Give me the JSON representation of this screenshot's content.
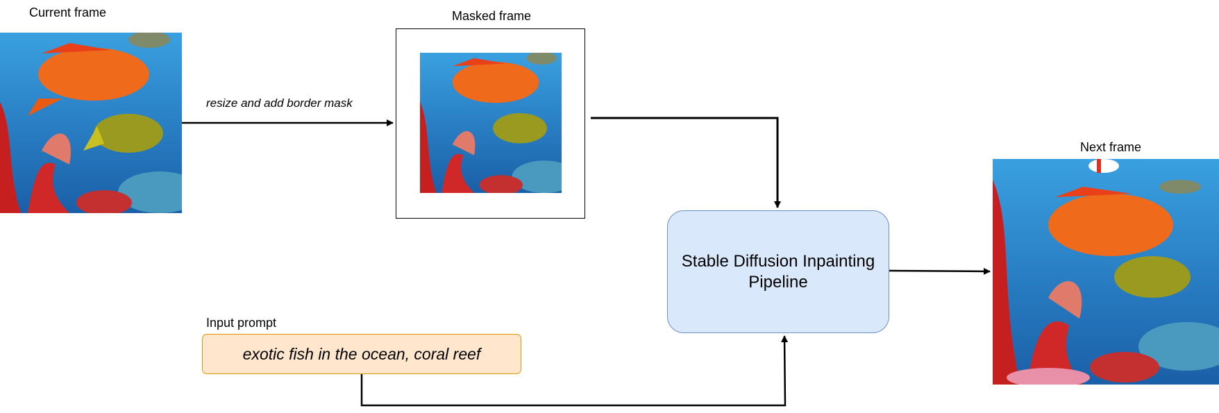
{
  "labels": {
    "current_frame": "Current frame",
    "masked_frame": "Masked frame",
    "next_frame": "Next frame",
    "input_prompt": "Input prompt",
    "resize_edge": "resize and add border mask"
  },
  "pipeline": {
    "text": "Stable Diffusion Inpainting Pipeline"
  },
  "prompt": {
    "text": "exotic fish in the ocean, coral reef"
  },
  "colors": {
    "pipeline_fill": "#dae8fc",
    "pipeline_stroke": "#6c8ebf",
    "prompt_fill": "#ffe6cc",
    "prompt_stroke": "#d79b00",
    "ocean": "#1e7fc8"
  },
  "images": {
    "current_frame": "underwater-coral-reef-fish-image",
    "masked_frame": "underwater-coral-reef-fish-image-masked",
    "next_frame": "underwater-coral-reef-fish-image"
  }
}
